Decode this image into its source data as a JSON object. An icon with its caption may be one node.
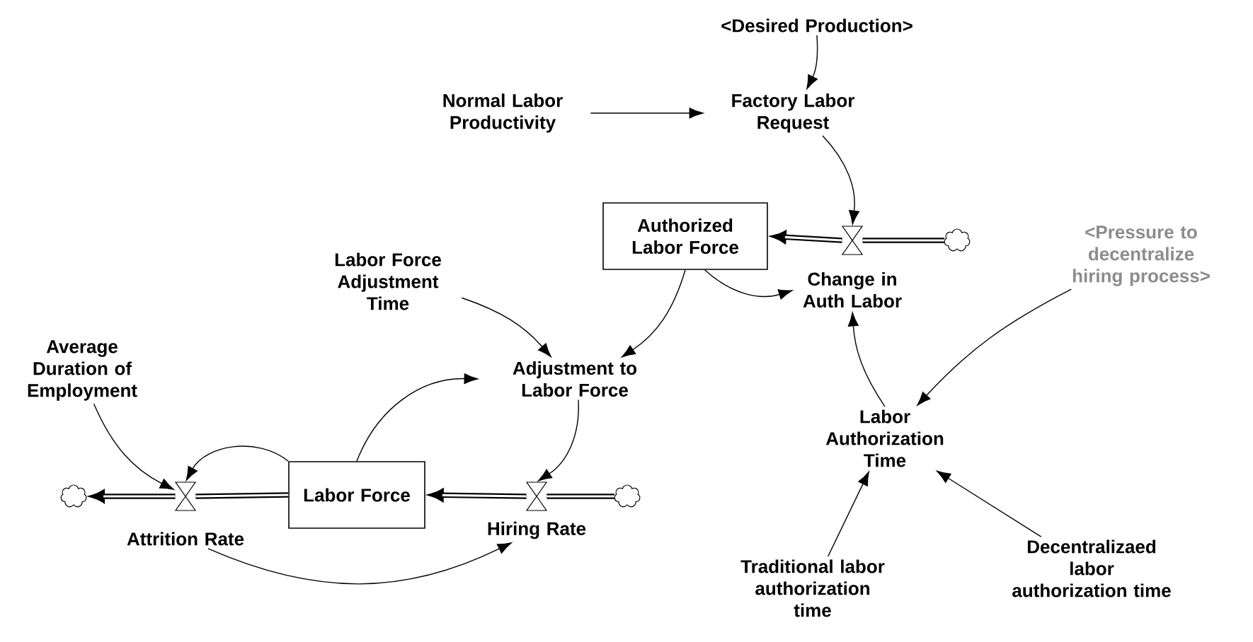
{
  "diagram": {
    "nodes": [
      {
        "text": [
          "<Desired Production>"
        ]
      },
      {
        "text": [
          "Normal Labor Productivity"
        ]
      },
      {
        "text": [
          "Factory Labor Request"
        ]
      },
      {
        "text": [
          "Authorized Labor Force"
        ]
      },
      {
        "text": [],
        "shape": "cloud"
      },
      {
        "text": [],
        "shape": "valve",
        "beside": [
          "Change in Auth Labor"
        ]
      },
      {
        "text": [
          "<Pressure to decentralize hiring process>"
        ]
      },
      {
        "text": [
          "Labor Force Adjustment Time"
        ]
      },
      {
        "text": [
          "Adjustment to Labor Force"
        ]
      },
      {
        "text": [
          "Average Duration of Employment"
        ]
      },
      {
        "text": [],
        "shape": "cloud"
      },
      {
        "text": [],
        "shape": "valve",
        "beside": [
          "Attrition Rate"
        ]
      },
      {
        "text": [
          "Labor Force"
        ]
      },
      {
        "text": [],
        "shape": "valve",
        "beside": [
          "Hiring Rate"
        ]
      },
      {
        "text": [],
        "shape": "cloud"
      },
      {
        "text": [
          "Labor Authorization Time"
        ]
      },
      {
        "text": [
          "Decentralizaed labor authorization time"
        ]
      },
      {
        "text": [
          "Traditional labor authorization time"
        ]
      }
    ],
    "edges": [
      {
        "from": 0,
        "to": 2,
        "arrow": "to"
      },
      {
        "from": 1,
        "to": 2,
        "arrow": "to"
      },
      {
        "from": 2,
        "to": 5,
        "arrow": "to"
      },
      {
        "from": 4,
        "to": 5,
        "arrow": "none",
        "style": "thick"
      },
      {
        "from": 5,
        "to": 3,
        "arrow": "to",
        "style": "thick"
      },
      {
        "from": 3,
        "to": 8,
        "arrow": "to"
      },
      {
        "from": 3,
        "to": 5,
        "arrow": "to"
      },
      {
        "from": 15,
        "to": 5,
        "arrow": "to"
      },
      {
        "from": 6,
        "to": 15,
        "arrow": "to"
      },
      {
        "from": 16,
        "to": 15,
        "arrow": "to"
      },
      {
        "from": 17,
        "to": 15,
        "arrow": "to"
      },
      {
        "from": 7,
        "to": 8,
        "arrow": "to"
      },
      {
        "from": 8,
        "to": 13,
        "arrow": "to"
      },
      {
        "from": 12,
        "to": 8,
        "arrow": "to"
      },
      {
        "from": 12,
        "to": 11,
        "arrow": "to"
      },
      {
        "from": 9,
        "to": 11,
        "arrow": "to"
      },
      {
        "from": 12,
        "to": 11,
        "arrow": "none",
        "style": "thick"
      },
      {
        "from": 11,
        "to": 10,
        "arrow": "to",
        "style": "thick"
      },
      {
        "from": 14,
        "to": 13,
        "arrow": "none",
        "style": "thick"
      },
      {
        "from": 13,
        "to": 12,
        "arrow": "to",
        "style": "thick"
      },
      {
        "from": 11,
        "to": 13,
        "arrow": "to"
      }
    ]
  }
}
